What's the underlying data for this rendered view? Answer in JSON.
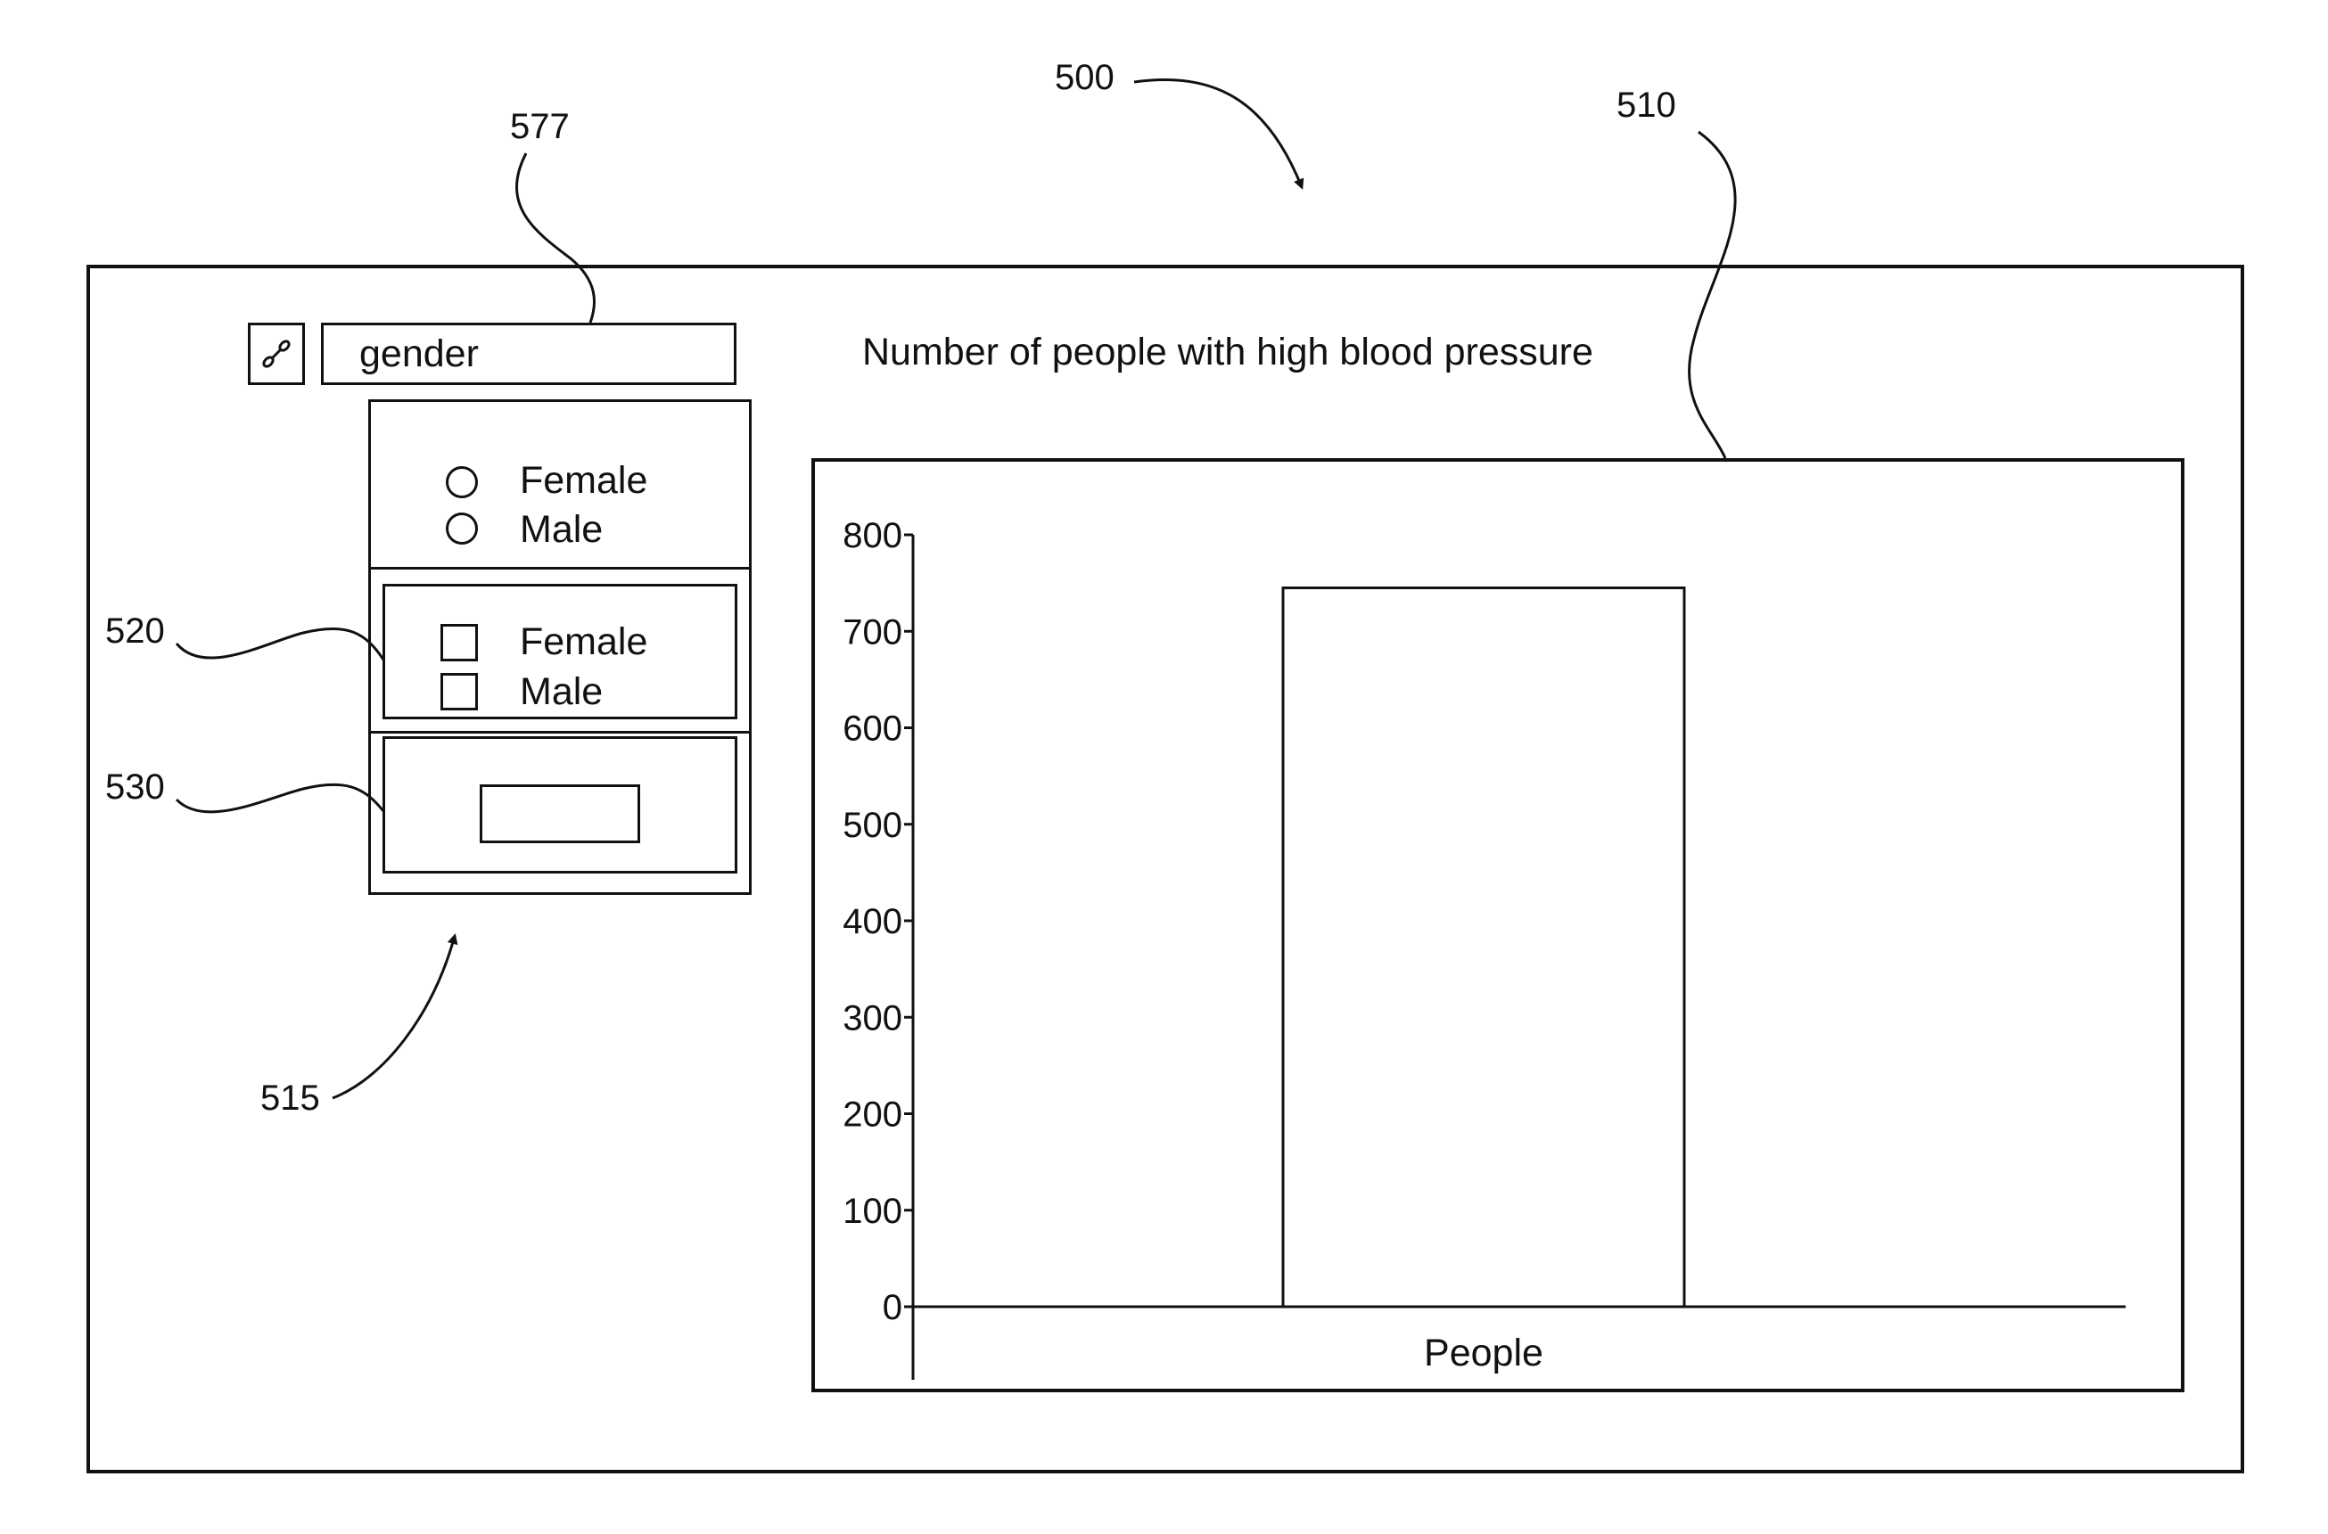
{
  "refs": {
    "figure": "500",
    "chart": "510",
    "field_selector": "577",
    "checkbox_group": "520",
    "value_box": "530",
    "filter_panel": "515"
  },
  "field_selector": {
    "icon": "link-icon",
    "value": "gender"
  },
  "filter_panel": {
    "radio_options": [
      "Female",
      "Male"
    ],
    "checkbox_options": [
      "Female",
      "Male"
    ],
    "value_input": ""
  },
  "chart_data": {
    "type": "bar",
    "title": "Number of people with high blood pressure",
    "categories": [
      "People"
    ],
    "values": [
      745
    ],
    "xlabel": "",
    "ylabel": "",
    "ylim": [
      0,
      800
    ],
    "yticks": [
      0,
      100,
      200,
      300,
      400,
      500,
      600,
      700,
      800
    ],
    "grid": false,
    "legend": "none"
  }
}
